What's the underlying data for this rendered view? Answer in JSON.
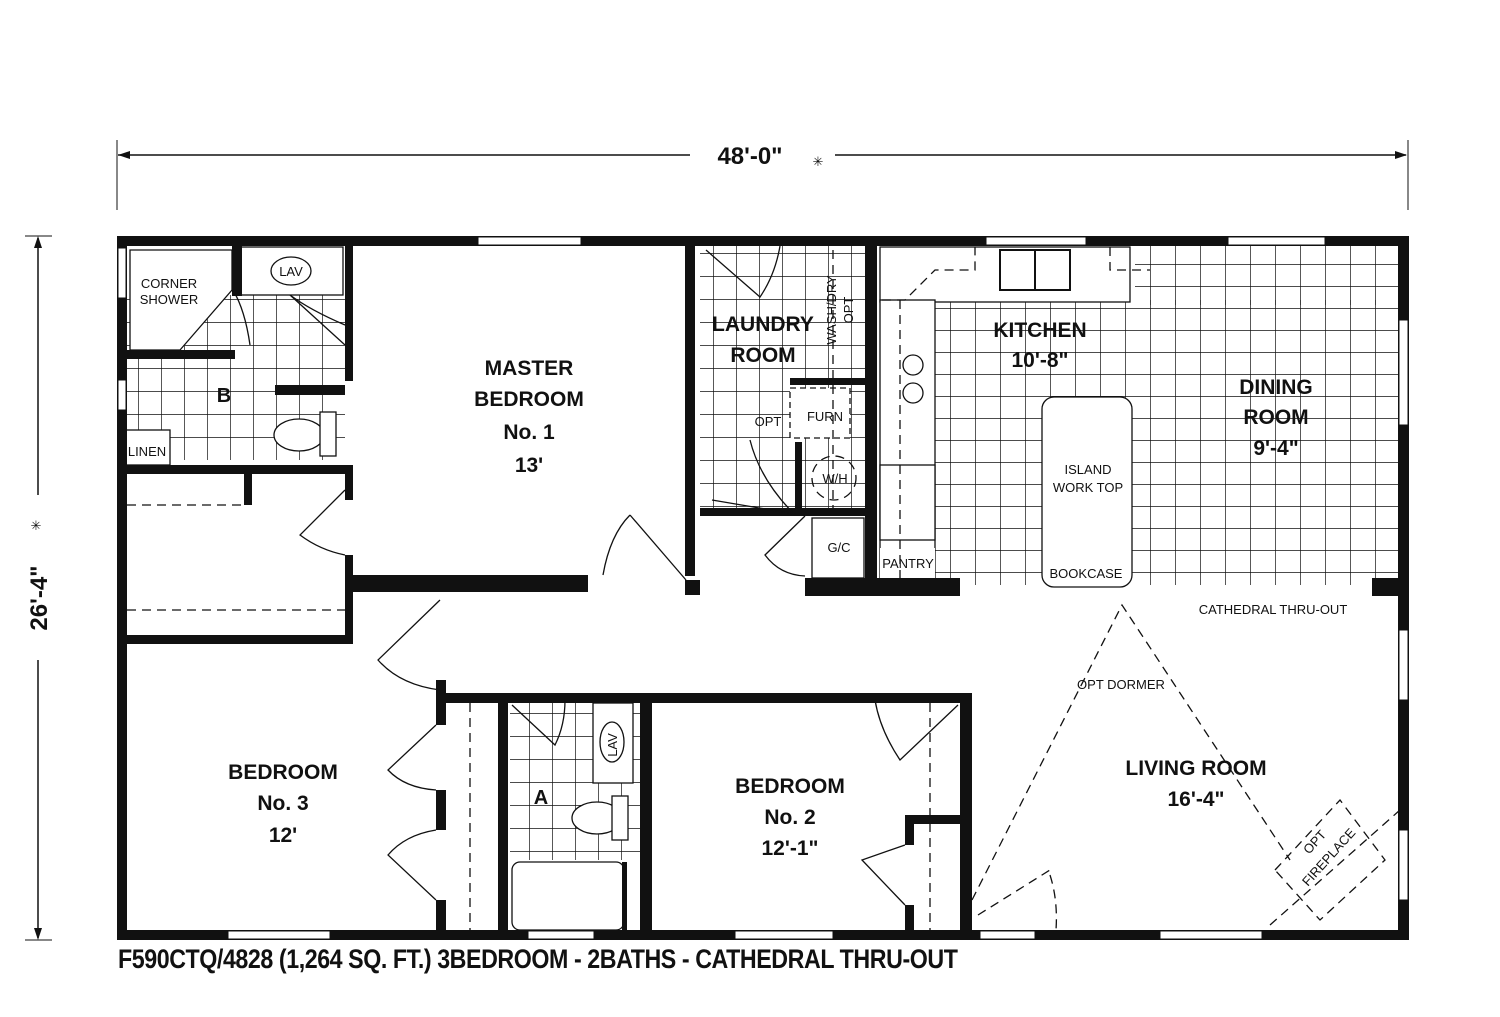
{
  "dimensions": {
    "width_label": "48'-0\"",
    "depth_label": "26'-4\"",
    "marker_symbol": "✳"
  },
  "rooms": {
    "master_bedroom": {
      "name_line1": "MASTER",
      "name_line2": "BEDROOM",
      "number": "No. 1",
      "size": "13'"
    },
    "bedroom2": {
      "name": "BEDROOM",
      "number": "No. 2",
      "size": "12'-1\""
    },
    "bedroom3": {
      "name": "BEDROOM",
      "number": "No. 3",
      "size": "12'"
    },
    "laundry": {
      "line1": "LAUNDRY",
      "line2": "ROOM"
    },
    "kitchen": {
      "name": "KITCHEN",
      "size": "10'-8\""
    },
    "dining": {
      "line1": "DINING",
      "line2": "ROOM",
      "size": "9'-4\""
    },
    "living": {
      "name": "LIVING ROOM",
      "size": "16'-4\""
    },
    "bath_a": {
      "label": "A"
    },
    "bath_b": {
      "label": "B"
    }
  },
  "fixtures": {
    "corner_shower_1": "CORNER",
    "corner_shower_2": "SHOWER",
    "lav": "LAV",
    "linen": "LINEN",
    "wash_dry_1": "WASH/DRY",
    "wash_dry_2": "OPT",
    "opt": "OPT",
    "furn": "FURN",
    "water_heater": "W/H",
    "gc": "G/C",
    "pantry": "PANTRY",
    "island_1": "ISLAND",
    "island_2": "WORK TOP",
    "bookcase": "BOOKCASE",
    "opt_dormer": "OPT DORMER",
    "cathedral": "CATHEDRAL THRU-OUT",
    "fireplace_1": "OPT",
    "fireplace_2": "FIREPLACE"
  },
  "caption": "F590CTQ/4828 (1,264 SQ. FT.) 3BEDROOM - 2BATHS - CATHEDRAL THRU-OUT"
}
